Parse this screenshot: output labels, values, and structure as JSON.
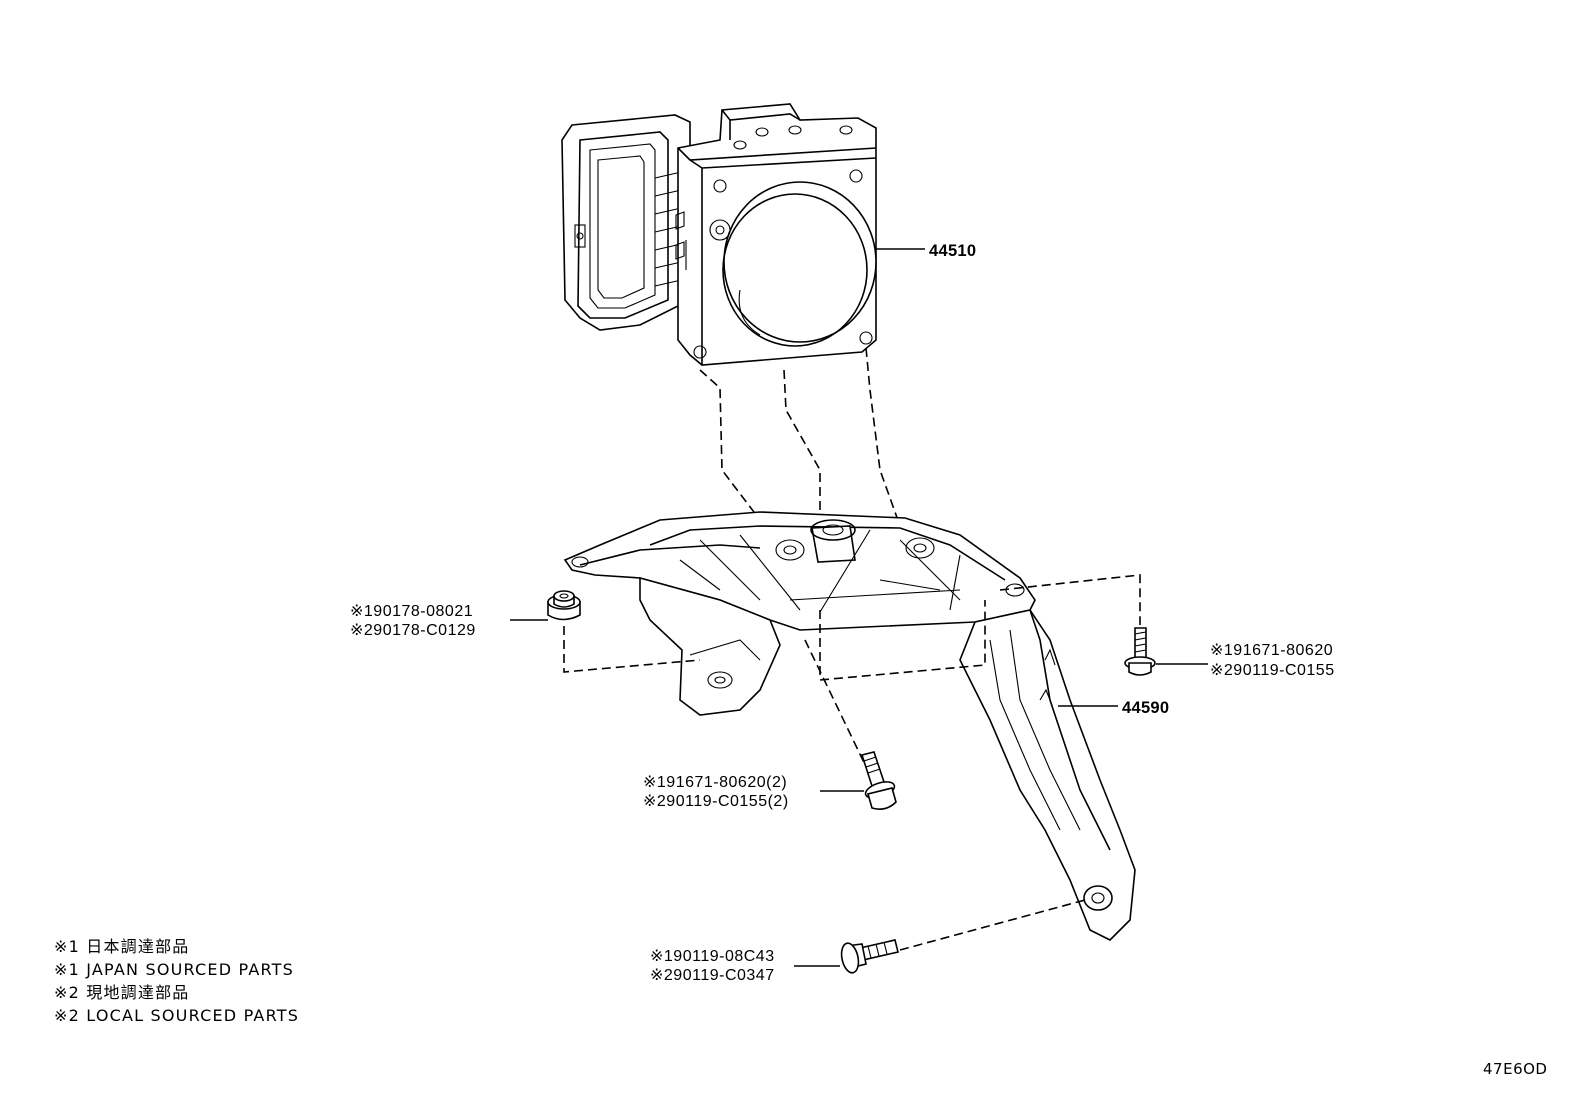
{
  "parts": {
    "actuator": {
      "number": "44510"
    },
    "bracket": {
      "number": "44590"
    },
    "nut": {
      "line1": "※190178-08021",
      "line2": "※290178-C0129"
    },
    "bolt_right": {
      "line1": "※191671-80620",
      "line2": "※290119-C0155"
    },
    "bolt_center": {
      "line1": "※191671-80620(2)",
      "line2": "※290119-C0155(2)"
    },
    "bolt_bottom": {
      "line1": "※190119-08C43",
      "line2": "※290119-C0347"
    }
  },
  "legend": {
    "lines": [
      "※1 日本調達部品",
      "※1 JAPAN SOURCED PARTS",
      "※2 現地調達部品",
      "※2 LOCAL SOURCED PARTS"
    ]
  },
  "diagram_code": "47E6OD"
}
